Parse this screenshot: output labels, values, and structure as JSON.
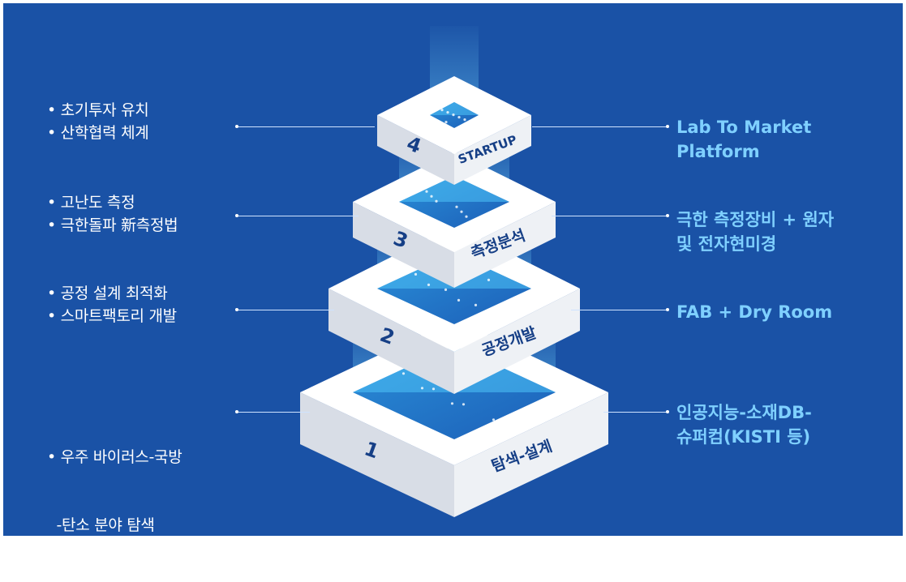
{
  "tiers": [
    {
      "number": "1",
      "name": "탐색-설계",
      "left_items": [
        "• 우주 바이러스-국방",
        "  -탄소 분야 탐색"
      ],
      "right_lines": [
        "인공지능-소재DB-",
        "슈퍼컴(KISTI 등)"
      ]
    },
    {
      "number": "2",
      "name": "공정개발",
      "left_items": [
        "• 공정 설계 최적화",
        "• 스마트팩토리 개발"
      ],
      "right_lines": [
        "FAB + Dry Room"
      ]
    },
    {
      "number": "3",
      "name": "측정분석",
      "left_items": [
        "• 고난도 측정",
        "• 극한돌파 新측정법"
      ],
      "right_lines": [
        "극한 측정장비 + 원자",
        "및 전자현미경"
      ]
    },
    {
      "number": "4",
      "name": "STARTUP",
      "left_items": [
        "• 초기투자 유치",
        "• 산학협력 체계"
      ],
      "right_lines": [
        "Lab To Market",
        "Platform"
      ]
    }
  ],
  "colors": {
    "background": "#1a52a6",
    "block_top": "#ffffff",
    "block_left": "#d8dde6",
    "block_right": "#eef1f5",
    "shaft": "#4fc3f7",
    "right_text": "#7fd0ff"
  }
}
